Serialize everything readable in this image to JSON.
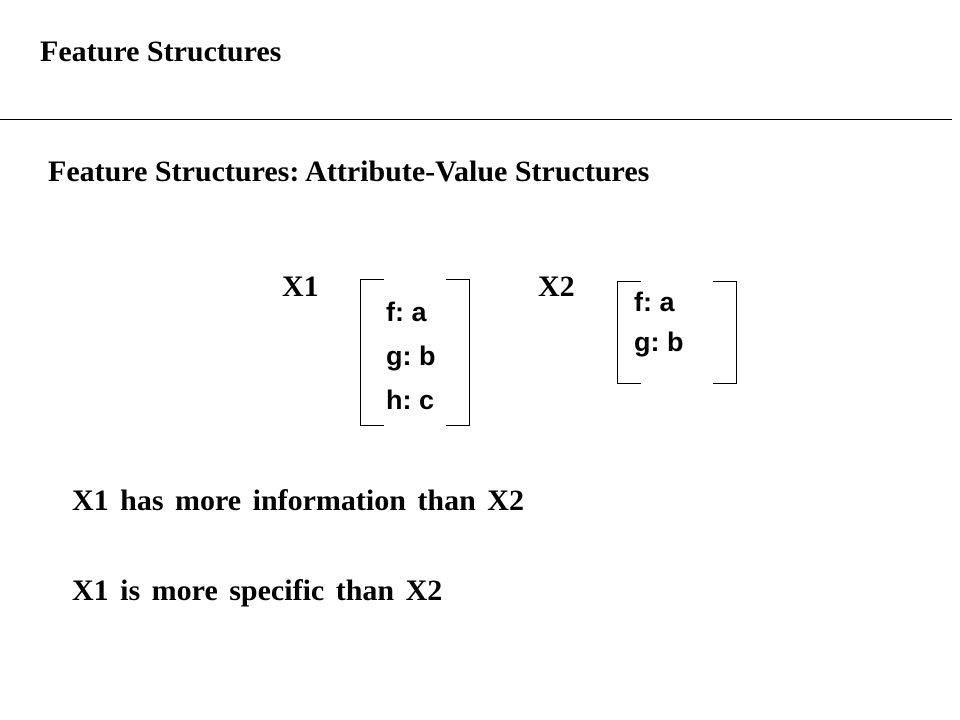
{
  "slide": {
    "title": "Feature Structures",
    "subtitle": "Feature Structures: Attribute-Value Structures"
  },
  "structures": [
    {
      "label": "X1",
      "features": [
        "f: a",
        "g: b",
        "h: c"
      ]
    },
    {
      "label": "X2",
      "features": [
        "f: a",
        "g: b"
      ]
    }
  ],
  "statements": [
    "X1 has more information than X2",
    "X1 is more specific than X2"
  ]
}
